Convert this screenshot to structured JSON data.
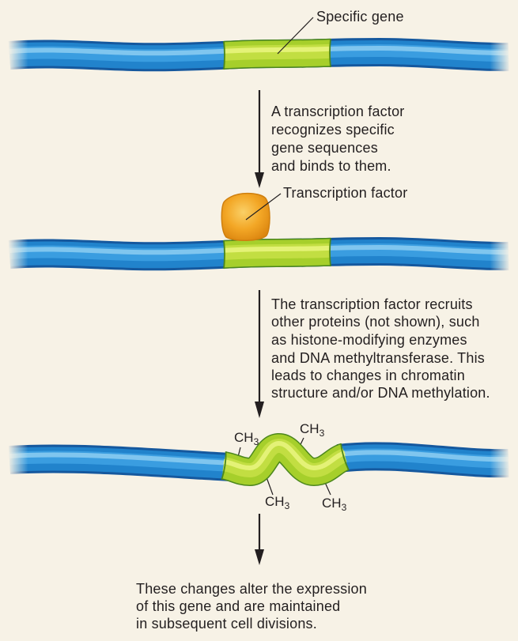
{
  "labels": {
    "specific_gene": "Specific gene",
    "transcription_factor": "Transcription factor"
  },
  "steps": [
    {
      "lines": [
        "A transcription factor",
        "recognizes specific",
        "gene sequences",
        "and binds to them."
      ]
    },
    {
      "lines": [
        "The transcription factor recruits",
        "other proteins (not shown), such",
        "as histone-modifying enzymes",
        "and DNA methyltransferase. This",
        "leads to changes in chromatin",
        "structure and/or DNA methylation."
      ]
    },
    {
      "lines": [
        "These changes alter the expression",
        "of this gene and are maintained",
        "in subsequent cell divisions."
      ]
    }
  ],
  "methyl_groups": [
    {
      "main": "CH",
      "sub": "3"
    },
    {
      "main": "CH",
      "sub": "3"
    },
    {
      "main": "CH",
      "sub": "3"
    },
    {
      "main": "CH",
      "sub": "3"
    }
  ],
  "colors": {
    "background": "#f7f2e6",
    "dna_blue": "#2183cc",
    "gene_green": "#a6cf2b",
    "transcription_factor": "#f3a726",
    "text": "#231f20"
  }
}
